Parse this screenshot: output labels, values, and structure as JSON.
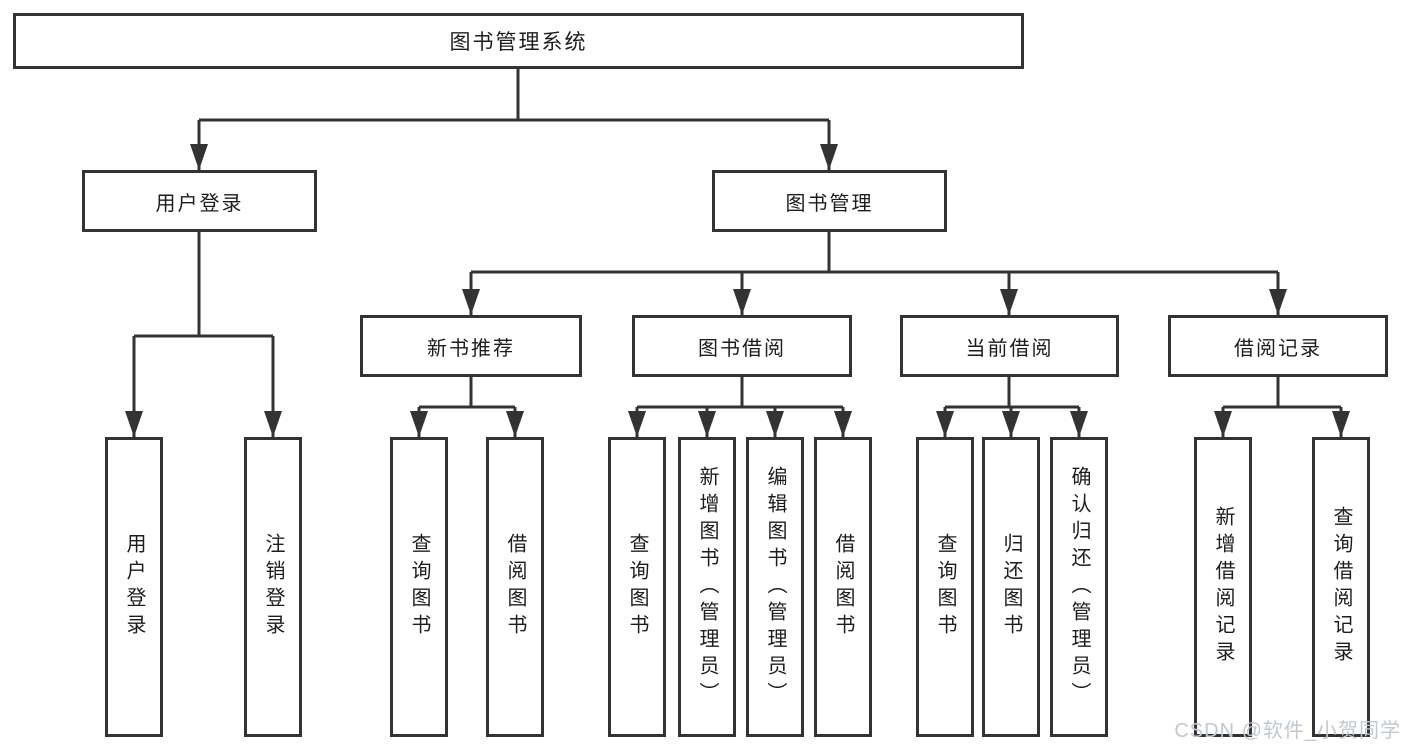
{
  "diagram": {
    "root": "图书管理系统",
    "branches": [
      {
        "label": "用户登录",
        "children": [
          "用户登录",
          "注销登录"
        ]
      },
      {
        "label": "图书管理",
        "sections": [
          {
            "label": "新书推荐",
            "children": [
              "查询图书",
              "借阅图书"
            ]
          },
          {
            "label": "图书借阅",
            "children": [
              "查询图书",
              "新增图书（管理员）",
              "编辑图书（管理员）",
              "借阅图书"
            ]
          },
          {
            "label": "当前借阅",
            "children": [
              "查询图书",
              "归还图书",
              "确认归还（管理员）"
            ]
          },
          {
            "label": "借阅记录",
            "children": [
              "新增借阅记录",
              "查询借阅记录"
            ]
          }
        ]
      }
    ],
    "watermark": "CSDN @软件_小贺同学",
    "colors": {
      "line": "#333333",
      "text": "#1d1d1f",
      "watermark": "#c2c8ce",
      "background": "#ffffff"
    }
  }
}
